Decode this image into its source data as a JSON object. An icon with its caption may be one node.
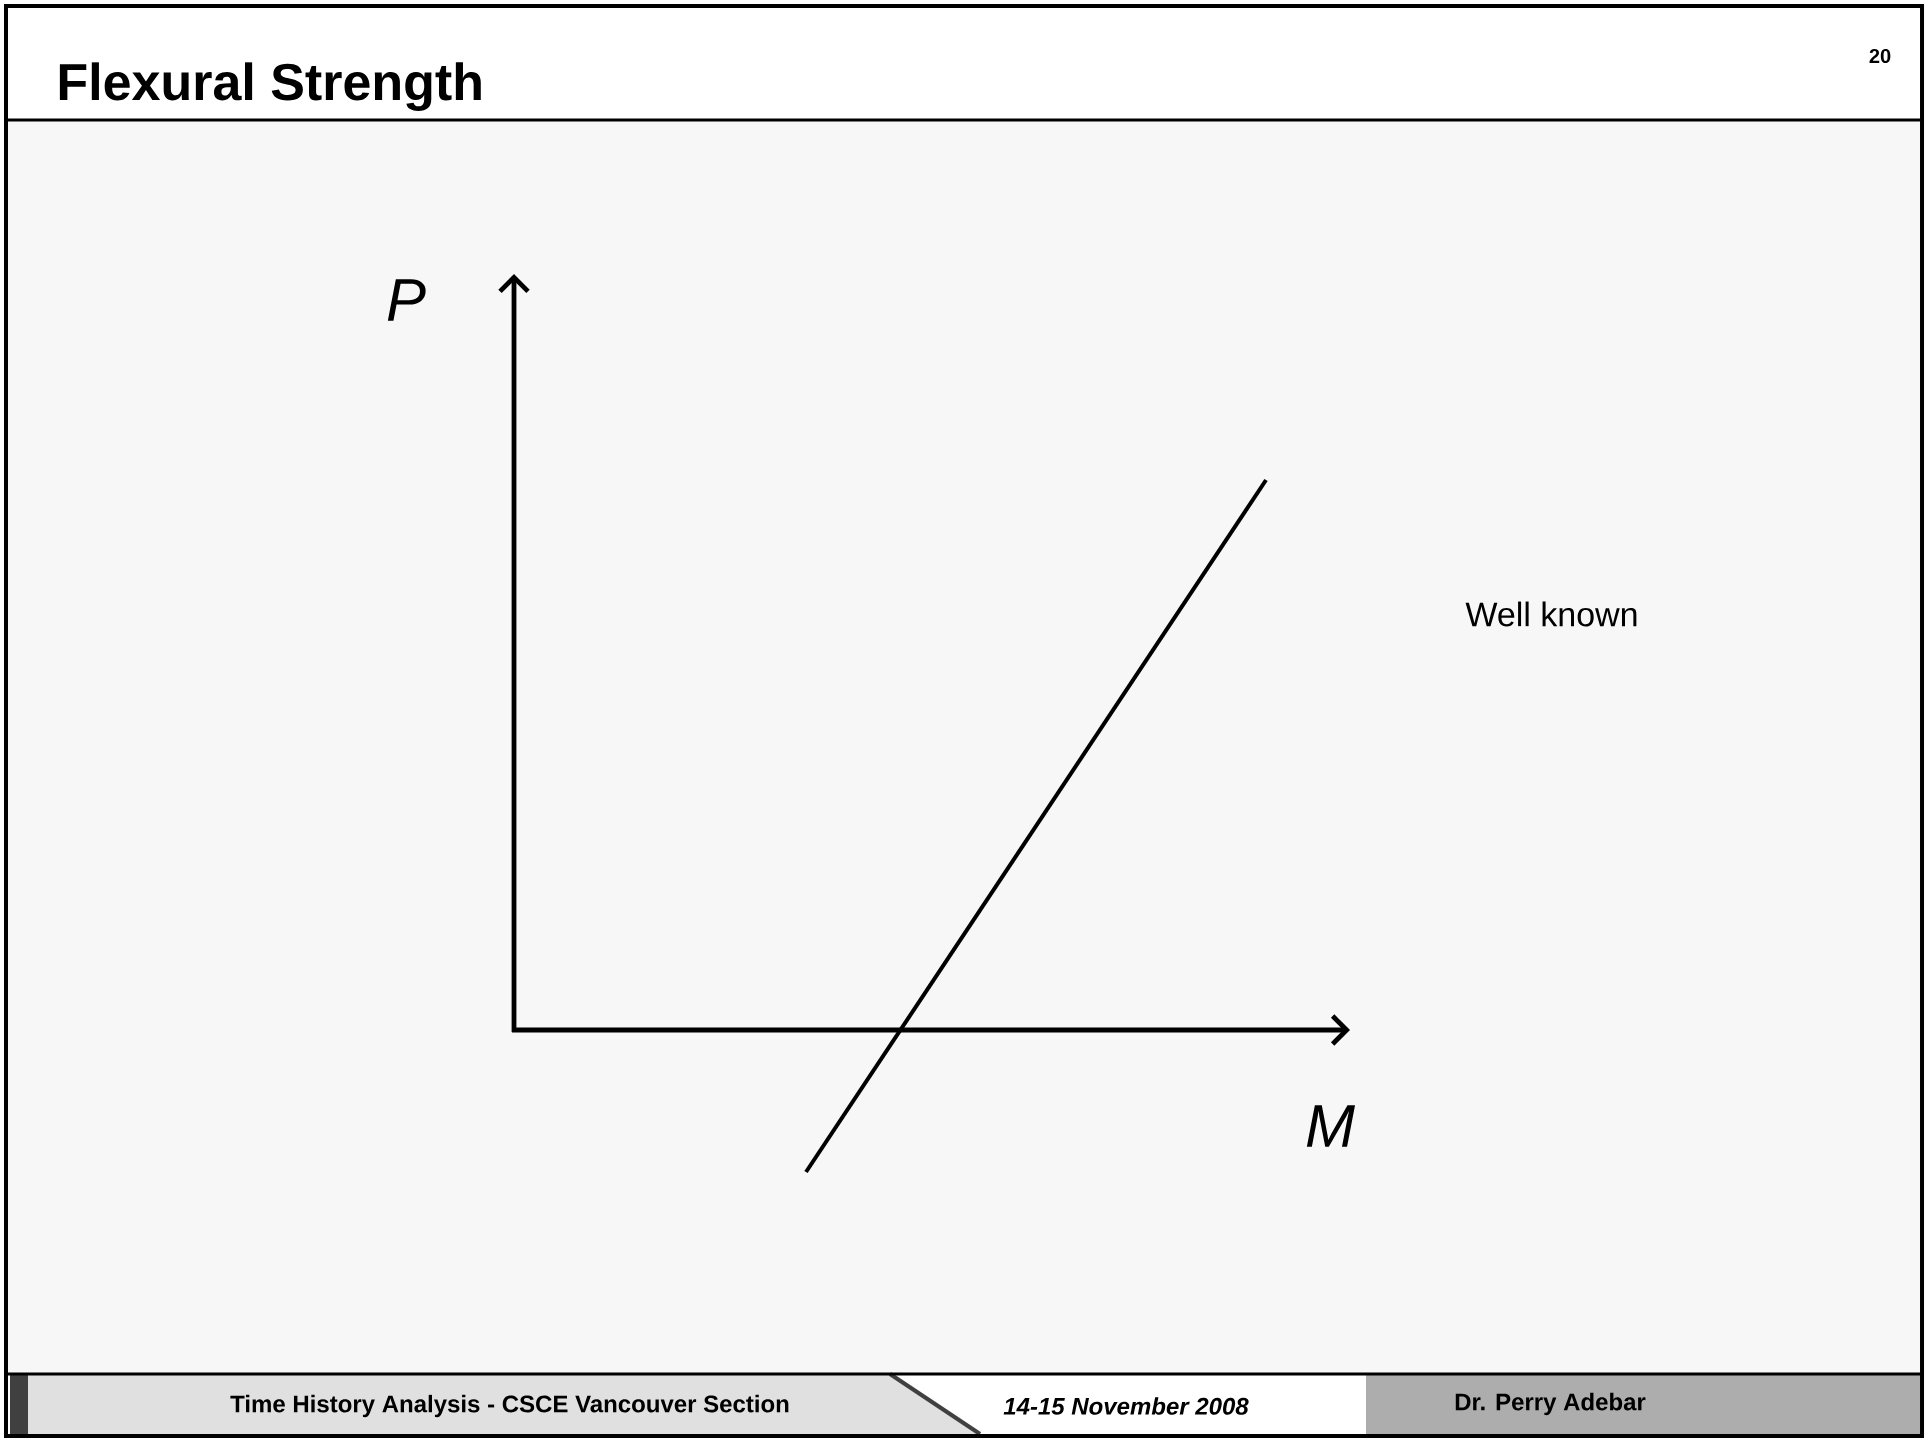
{
  "diagram": {
    "title": "Flexural Strength",
    "labels": [
      "20",
      "P",
      "M",
      "Well known",
      "Time History Analysis - CSCE Vancouver Section",
      "14-15 November 2008",
      "Dr. Perry Adebar"
    ]
  }
}
